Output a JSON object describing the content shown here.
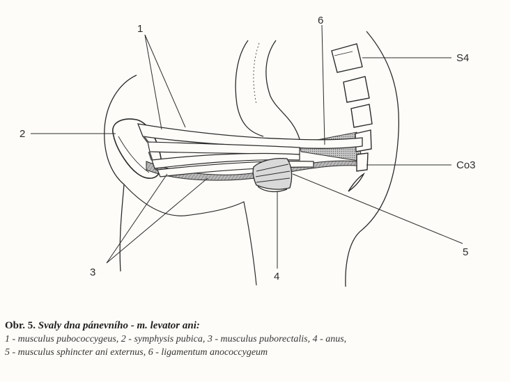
{
  "labels": {
    "l1": "1",
    "l2": "2",
    "l3": "3",
    "l4": "4",
    "l5": "5",
    "l6": "6",
    "s4": "S4",
    "co3": "Co3"
  },
  "caption": {
    "prefix": "Obr. 5.",
    "title": "Svaly dna pánevního - m. levator ani:",
    "legend_line1": "1 - musculus pubococcygeus, 2 - symphysis pubica, 3 - musculus puborectalis, 4 - anus,",
    "legend_line2": "5 - musculus sphincter ani externus, 6 - ligamentum anococcygeum"
  },
  "colors": {
    "ink": "#2b2b2b",
    "paper": "#fdfcf8",
    "muscle_shade": "#8a8a8a",
    "ligament_shade": "#9e9e9e"
  }
}
